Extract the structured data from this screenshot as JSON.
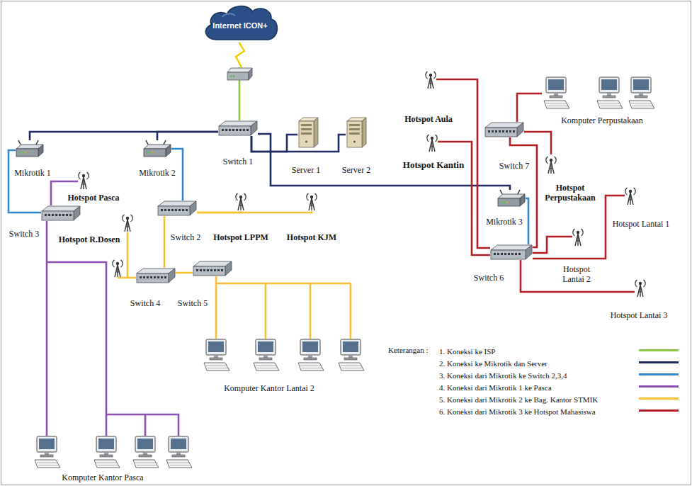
{
  "diagram": {
    "nodes": [
      {
        "text": [
          "Internet ICON+"
        ]
      },
      {
        "text": [
          "Mikrotik 1"
        ]
      },
      {
        "text": [
          "Hotspot Pasca"
        ]
      },
      {
        "text": [
          "Mikrotik 2"
        ]
      },
      {
        "text": [
          "Switch 1"
        ]
      },
      {
        "text": [
          "Server 1"
        ]
      },
      {
        "text": [
          "Server 2"
        ]
      },
      {
        "text": [
          "Hotspot Aula"
        ]
      },
      {
        "text": [
          "Hotspot Kantin"
        ]
      },
      {
        "text": [
          "Switch 7"
        ]
      },
      {
        "text": [
          "Komputer Perpustakaan"
        ]
      },
      {
        "text": [
          "Hotspot Perpustakaan"
        ]
      },
      {
        "text": [
          "Mikrotik 3"
        ]
      },
      {
        "text": [
          "Switch 6"
        ]
      },
      {
        "text": [
          "Hotspot Lantai 1"
        ]
      },
      {
        "text": [
          "Hotspot Lantai 2"
        ]
      },
      {
        "text": [
          "Hotspot Lantai 3"
        ]
      },
      {
        "text": [
          "Switch 3"
        ]
      },
      {
        "text": [
          "Hotspot R.Dosen"
        ]
      },
      {
        "text": [
          "Switch 2"
        ]
      },
      {
        "text": [
          "Hotspot LPPM"
        ]
      },
      {
        "text": [
          "Hotspot KJM"
        ]
      },
      {
        "text": [
          "Switch 4"
        ]
      },
      {
        "text": [
          "Switch 5"
        ]
      },
      {
        "text": [
          "Komputer Kantor Lantai 2"
        ]
      },
      {
        "text": [
          "Komputer Kantor Pasca"
        ]
      }
    ],
    "edges": [
      {
        "from": 0,
        "to": 4,
        "arrow": "none"
      },
      {
        "from": 4,
        "to": 1,
        "arrow": "none"
      },
      {
        "from": 4,
        "to": 3,
        "arrow": "none"
      },
      {
        "from": 4,
        "to": 5,
        "arrow": "none"
      },
      {
        "from": 4,
        "to": 6,
        "arrow": "none"
      },
      {
        "from": 4,
        "to": 12,
        "arrow": "none"
      },
      {
        "from": 1,
        "to": 17,
        "arrow": "none"
      },
      {
        "from": 3,
        "to": 19,
        "arrow": "none"
      },
      {
        "from": 12,
        "to": 13,
        "arrow": "none"
      },
      {
        "from": 17,
        "to": 2,
        "arrow": "none"
      },
      {
        "from": 17,
        "to": 25,
        "arrow": "none"
      },
      {
        "from": 19,
        "to": 20,
        "arrow": "none"
      },
      {
        "from": 19,
        "to": 21,
        "arrow": "none"
      },
      {
        "from": 19,
        "to": 22,
        "arrow": "none"
      },
      {
        "from": 22,
        "to": 18,
        "arrow": "none"
      },
      {
        "from": 22,
        "to": 23,
        "arrow": "none"
      },
      {
        "from": 23,
        "to": 24,
        "arrow": "none"
      },
      {
        "from": 13,
        "to": 7,
        "arrow": "none"
      },
      {
        "from": 13,
        "to": 8,
        "arrow": "none"
      },
      {
        "from": 13,
        "to": 9,
        "arrow": "none"
      },
      {
        "from": 9,
        "to": 10,
        "arrow": "none"
      },
      {
        "from": 9,
        "to": 11,
        "arrow": "none"
      },
      {
        "from": 13,
        "to": 15,
        "arrow": "none"
      },
      {
        "from": 13,
        "to": 16,
        "arrow": "none"
      },
      {
        "from": 13,
        "to": 14,
        "arrow": "none"
      }
    ],
    "labels": [
      "Keterangan :"
    ],
    "legend": [
      {
        "text": "1. Koneksi ke ISP",
        "color": "#8dc63f"
      },
      {
        "text": "2. Koneksi ke Mikrotik dan Server",
        "color": "#1f2a5e"
      },
      {
        "text": "3. Koneksi dari Mikrotik ke Switch 2,3,4",
        "color": "#2f86c8"
      },
      {
        "text": "4. Koneksi dari Mikrotik 1 ke Pasca",
        "color": "#8e4fb5"
      },
      {
        "text": "5. Koneksi dari Mikrotik 2 ke Bag. Kantor STMIK",
        "color": "#f5c133"
      },
      {
        "text": "6. Koneksi dari Mikrotik 3 ke Hotspot Mahasiswa",
        "color": "#b21e23"
      }
    ]
  }
}
